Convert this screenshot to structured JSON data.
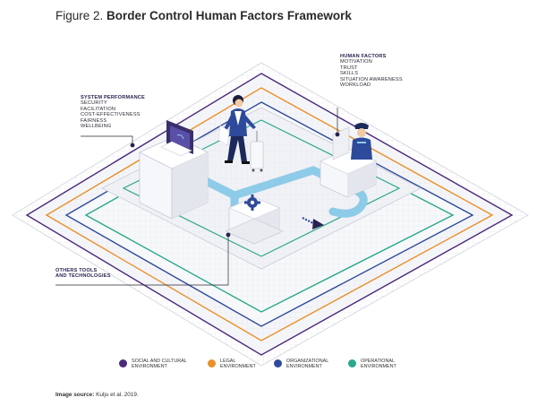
{
  "figure": {
    "label": "Figure 2.",
    "title": "Border Control Human Factors Framework"
  },
  "human_factors": {
    "heading": "HUMAN FACTORS",
    "items": [
      "MOTIVATION",
      "TRUST",
      "SKILLS",
      "SITUATION AWARENESS",
      "WORKLOAD"
    ]
  },
  "system_performance": {
    "heading": "SYSTEM PERFORMANCE",
    "items": [
      "SECURITY",
      "FACILITATION",
      "COST-EFFECTIVENESS",
      "FAIRNESS",
      "WELLBEING"
    ]
  },
  "tools": {
    "line1": "OTHERS TOOLS",
    "line2": "AND TECHNOLOGIES"
  },
  "legend": [
    {
      "line1": "SOCIAL AND CULTURAL",
      "line2": "ENVIRONMENT",
      "color": "#4a2a7a"
    },
    {
      "line1": "LEGAL",
      "line2": "ENVIRONMENT",
      "color": "#e8902a"
    },
    {
      "line1": "ORGANIZATIONAL",
      "line2": "ENVIRONMENT",
      "color": "#2e4a9a"
    },
    {
      "line1": "OPERATIONAL",
      "line2": "ENVIRONMENT",
      "color": "#2aa88a"
    }
  ],
  "source": {
    "label": "Image source:",
    "text": "Kulju et al. 2019."
  },
  "colors": {
    "accent_purple": "#2a2150",
    "flow_blue": "#8ecbe8",
    "platform_light": "#eef0f4"
  },
  "icons": [
    "traveller-figure",
    "border-officer-figure",
    "computer-kiosk",
    "gear-icon",
    "arrow-icon"
  ]
}
